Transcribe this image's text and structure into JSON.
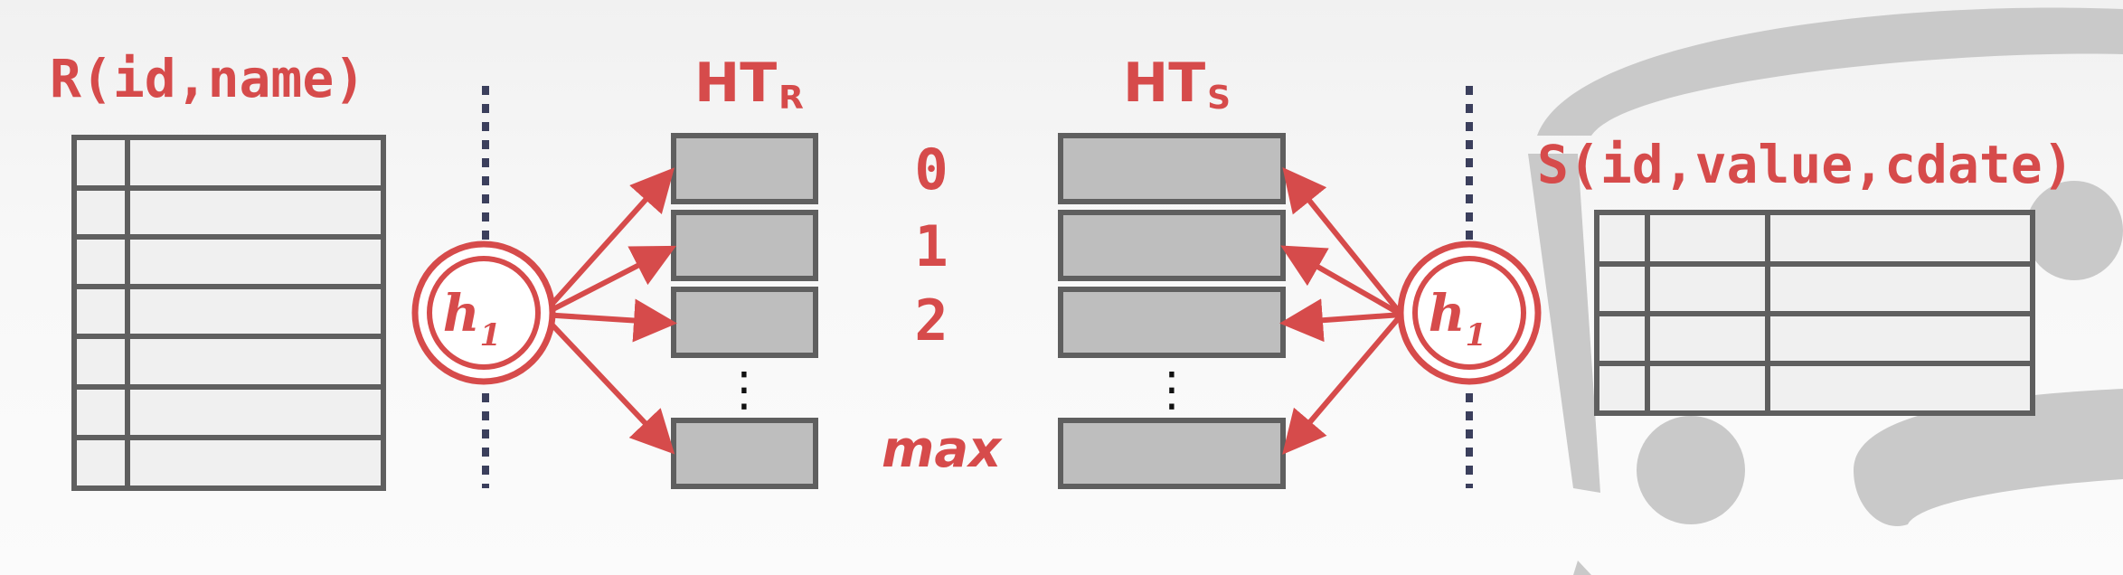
{
  "relation_r": {
    "title": "R(id,name)"
  },
  "relation_s": {
    "title": "S(id,value,cdate)"
  },
  "hash_table_r": {
    "label": "HT",
    "subscript": "R"
  },
  "hash_table_s": {
    "label": "HT",
    "subscript": "S"
  },
  "hash_function": {
    "label": "h",
    "subscript": "1"
  },
  "bucket_labels": [
    "0",
    "1",
    "2",
    "max"
  ],
  "ellipsis": "⋮",
  "colors": {
    "accent": "#d64b4b",
    "table_border": "#5f5f5f",
    "table_fill": "#f0f0f0",
    "bucket_fill": "#bebebe",
    "divider": "#3b3f5c",
    "background_icon": "#c9c9c9"
  }
}
